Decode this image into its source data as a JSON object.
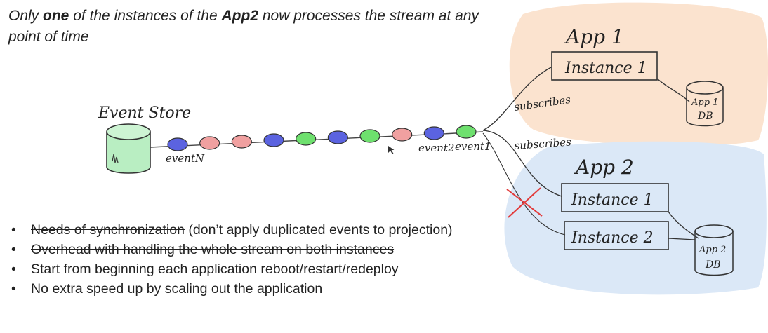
{
  "title": {
    "prefix": "Only ",
    "bold1": "one",
    "middle": " of the instances of the ",
    "bold2": "App2",
    "suffix": " now processes the stream at any point of time"
  },
  "event_store": {
    "label": "Event Store"
  },
  "events": {
    "first_label": "eventN",
    "label2": "event2",
    "label1": "event1",
    "colors": [
      "#5b63e0",
      "#f0a0a0",
      "#f0a0a0",
      "#5b63e0",
      "#6ee06e",
      "#5b63e0",
      "#6ee06e",
      "#f0a0a0",
      "#5b63e0",
      "#6ee06e"
    ]
  },
  "app1": {
    "label": "App 1",
    "instance": "Instance 1",
    "db_line1": "App 1",
    "db_line2": "DB",
    "subscribes": "subscribes",
    "bg_color": "#fbe3cf"
  },
  "app2": {
    "label": "App 2",
    "instance1": "Instance 1",
    "instance2": "Instance 2",
    "db_line1": "App 2",
    "db_line2": "DB",
    "subscribes": "subscribes",
    "bg_color": "#dbe8f7",
    "cross_color": "#e23a3a"
  },
  "bullets": [
    {
      "strike": "Needs of synchronization",
      "rest": " (don’t apply duplicated events to projection)"
    },
    {
      "strike": "Overhead with handling the whole stream on both instances",
      "rest": ""
    },
    {
      "strike": "Start from beginning each application reboot/restart/redeploy",
      "rest": ""
    },
    {
      "strike": "",
      "rest": "No extra speed up by scaling out the application"
    }
  ]
}
